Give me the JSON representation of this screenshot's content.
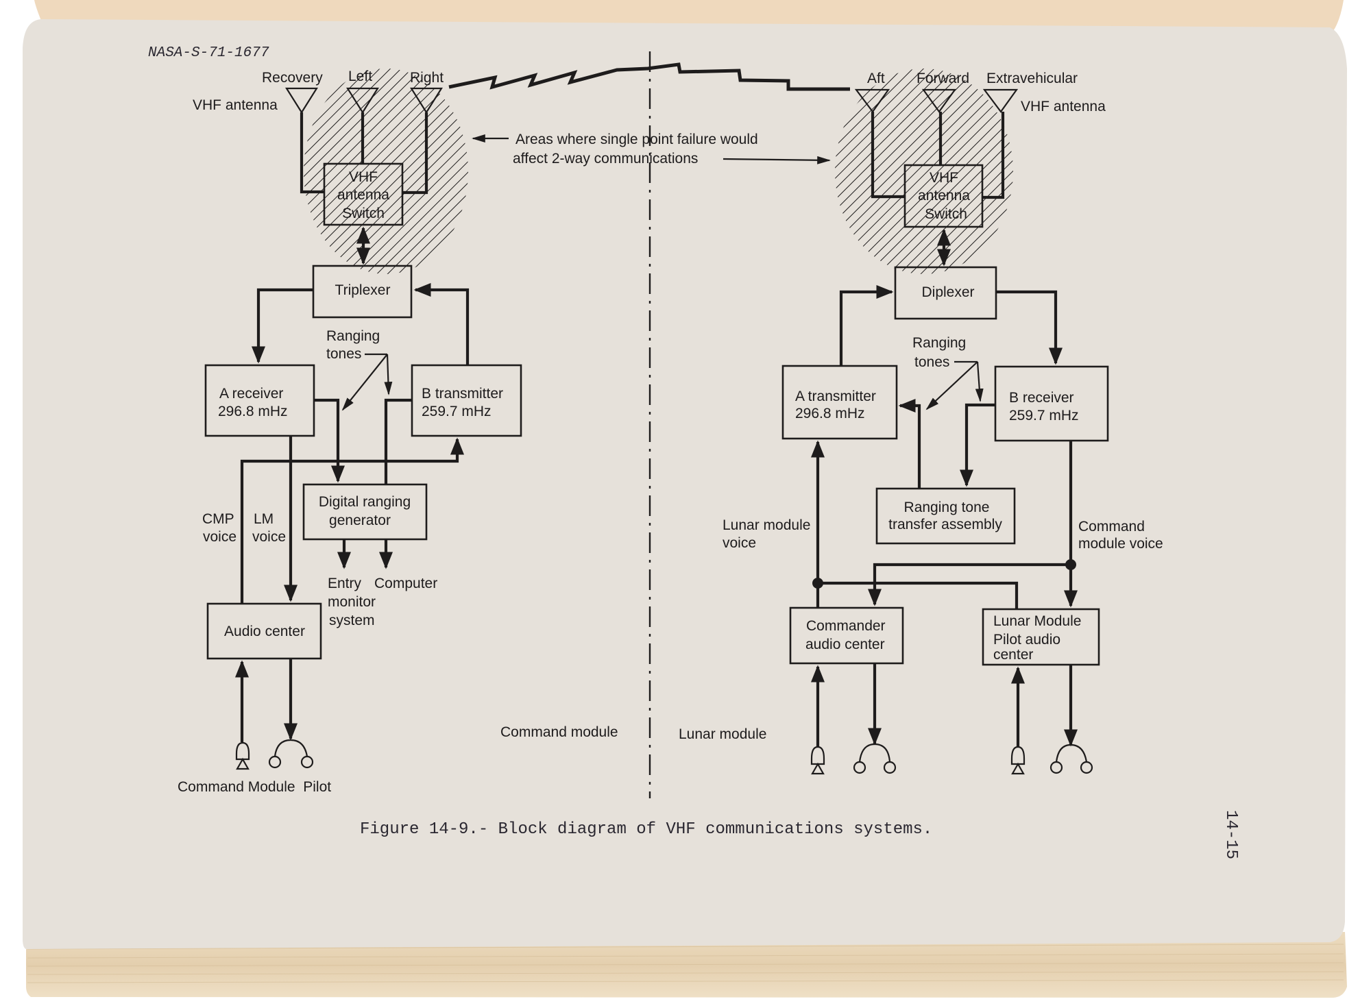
{
  "document": {
    "figure_id": "NASA-S-71-1677",
    "caption": "Figure 14-9.- Block diagram of VHF communications systems.",
    "page_number": "14-15",
    "colors": {
      "page": "#e6e1da",
      "page_edge": "#e9d8bd",
      "ink": "#1e1c1c"
    }
  },
  "annotation": {
    "line1": "Areas where single point failure would",
    "line2": "affect 2-way communications"
  },
  "command_module": {
    "section_label": "Command module",
    "antenna_labels": {
      "recovery": "Recovery",
      "left": "Left",
      "right": "Right",
      "vhf": "VHF antenna"
    },
    "switch": [
      "VHF",
      "antenna",
      "Switch"
    ],
    "triplexer": "Triplexer",
    "ranging_tones": [
      "Ranging",
      "tones"
    ],
    "a_receiver": [
      "A receiver",
      "296.8 mHz"
    ],
    "b_transmitter": [
      "B transmitter",
      "259.7 mHz"
    ],
    "digital_ranging_generator": [
      "Digital ranging",
      "generator"
    ],
    "cmp_voice": [
      "CMP",
      "voice"
    ],
    "lm_voice": [
      "LM",
      "voice"
    ],
    "entry_monitor": [
      "Entry",
      "monitor",
      "system"
    ],
    "computer": "Computer",
    "audio_center": "Audio center",
    "crew_label": "Command Module  Pilot"
  },
  "lunar_module": {
    "section_label": "Lunar module",
    "antenna_labels": {
      "aft": "Aft",
      "forward": "Forward",
      "extravehicular": "Extravehicular",
      "vhf": "VHF antenna"
    },
    "switch": [
      "VHF",
      "antenna",
      "Switch"
    ],
    "diplexer": "Diplexer",
    "ranging_tones": [
      "Ranging",
      "tones"
    ],
    "a_transmitter": [
      "A transmitter",
      "296.8 mHz"
    ],
    "b_receiver": [
      "B receiver",
      "259.7 mHz"
    ],
    "ranging_tone_transfer": [
      "Ranging tone",
      "transfer assembly"
    ],
    "lunar_module_voice": [
      "Lunar module",
      "voice"
    ],
    "command_module_voice": [
      "Command",
      "module voice"
    ],
    "commander_audio": [
      "Commander",
      "audio center"
    ],
    "lmp_audio": [
      "Lunar Module",
      "Pilot audio",
      "center"
    ]
  }
}
